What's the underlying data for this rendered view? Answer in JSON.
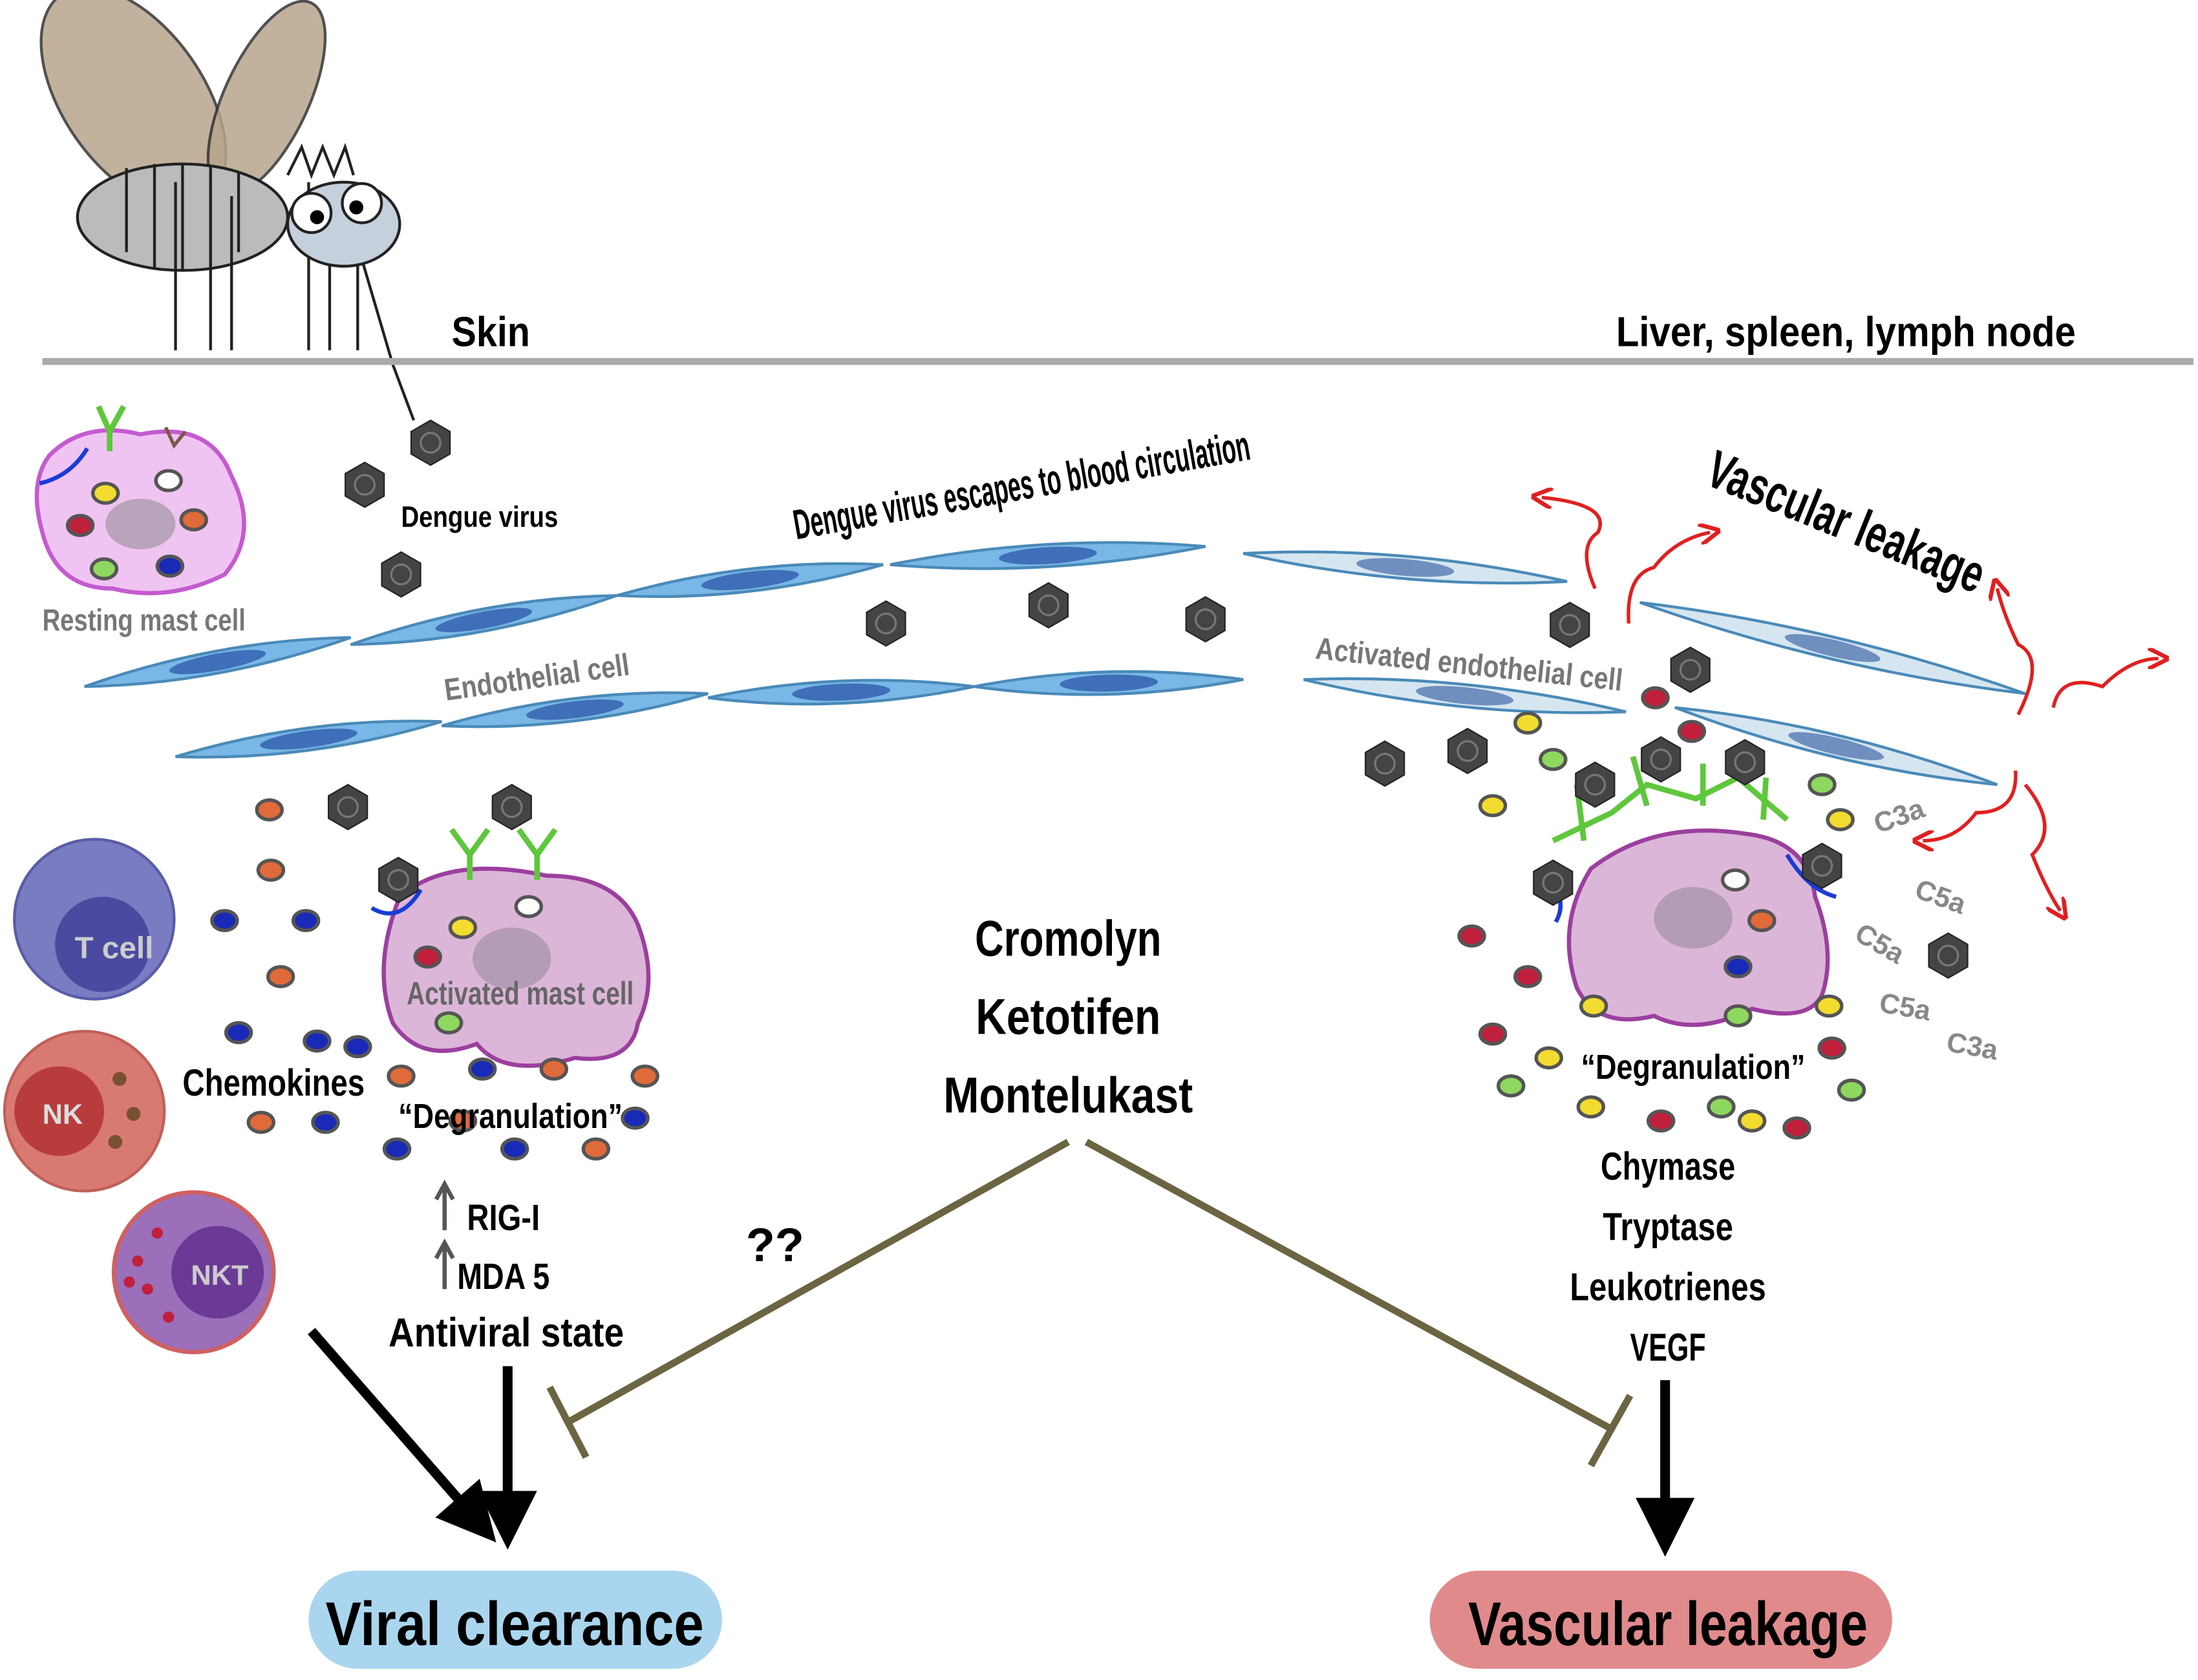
{
  "regions": {
    "skin": "Skin",
    "organs": "Liver, spleen, lymph node"
  },
  "labels": {
    "dengue_virus": "Dengue virus",
    "escapes": "Dengue virus escapes to blood circulation",
    "vascular_leakage_top": "Vascular leakage",
    "resting_mast_cell": "Resting mast cell",
    "endothelial_cell": "Endothelial cell",
    "activated_endothelial_cell": "Activated endothelial cell",
    "t_cell": "T cell",
    "nk": "NK",
    "nkt": "NKT",
    "chemokines": "Chemokines",
    "activated_mast_cell": "Activated mast cell",
    "degranulation_left": "“Degranulation”",
    "degranulation_right": "“Degranulation”",
    "rig_i": "RIG-I",
    "mda5": "MDA 5",
    "antiviral_state": "Antiviral state",
    "question": "??",
    "complement": [
      "C3a",
      "C5a",
      "C5a",
      "C5a",
      "C3a"
    ]
  },
  "drugs": [
    "Cromolyn",
    "Ketotifen",
    "Montelukast"
  ],
  "mediators": [
    "Chymase",
    "Tryptase",
    "Leukotrienes",
    "VEGF"
  ],
  "outcomes": {
    "viral_clearance": "Viral clearance",
    "vascular_leakage": "Vascular leakage"
  },
  "colors": {
    "viral_clearance_bg": "#a9d6ee",
    "vascular_leakage_bg": "#e08a8c",
    "mast_cell": "#dcb6d8",
    "mast_cell_border": "#9b3f9e",
    "endothelial": "#79b7e6",
    "antibody": "#5ec73c",
    "inhibitor_line": "#6b6543",
    "leak_arrow": "#e02020"
  }
}
